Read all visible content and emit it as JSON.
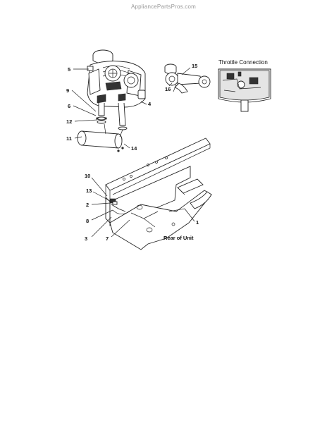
{
  "watermark": "AppliancePartsPros.com",
  "diagram": {
    "inset_title": "Throttle Connection",
    "rear_label": "Rear of Unit",
    "callouts": {
      "c1": "1",
      "c2": "2",
      "c3": "3",
      "c4": "4",
      "c5": "5",
      "c6": "6",
      "c7": "7",
      "c8": "8",
      "c9": "9",
      "c10": "10",
      "c11": "11",
      "c12": "12",
      "c13": "13",
      "c14": "14",
      "c15": "15",
      "c16": "16"
    }
  }
}
